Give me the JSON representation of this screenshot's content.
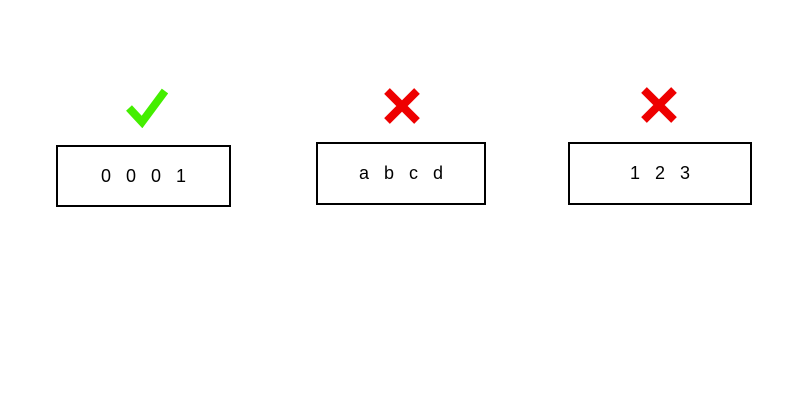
{
  "colors": {
    "valid": "#44ee00",
    "invalid": "#ee0000",
    "border": "#000000"
  },
  "examples": [
    {
      "value": "0 0 0 1",
      "status": "valid",
      "icon": "checkmark-icon"
    },
    {
      "value": "a b c d",
      "status": "invalid",
      "icon": "cross-icon"
    },
    {
      "value": "1 2 3",
      "status": "invalid",
      "icon": "cross-icon"
    }
  ]
}
